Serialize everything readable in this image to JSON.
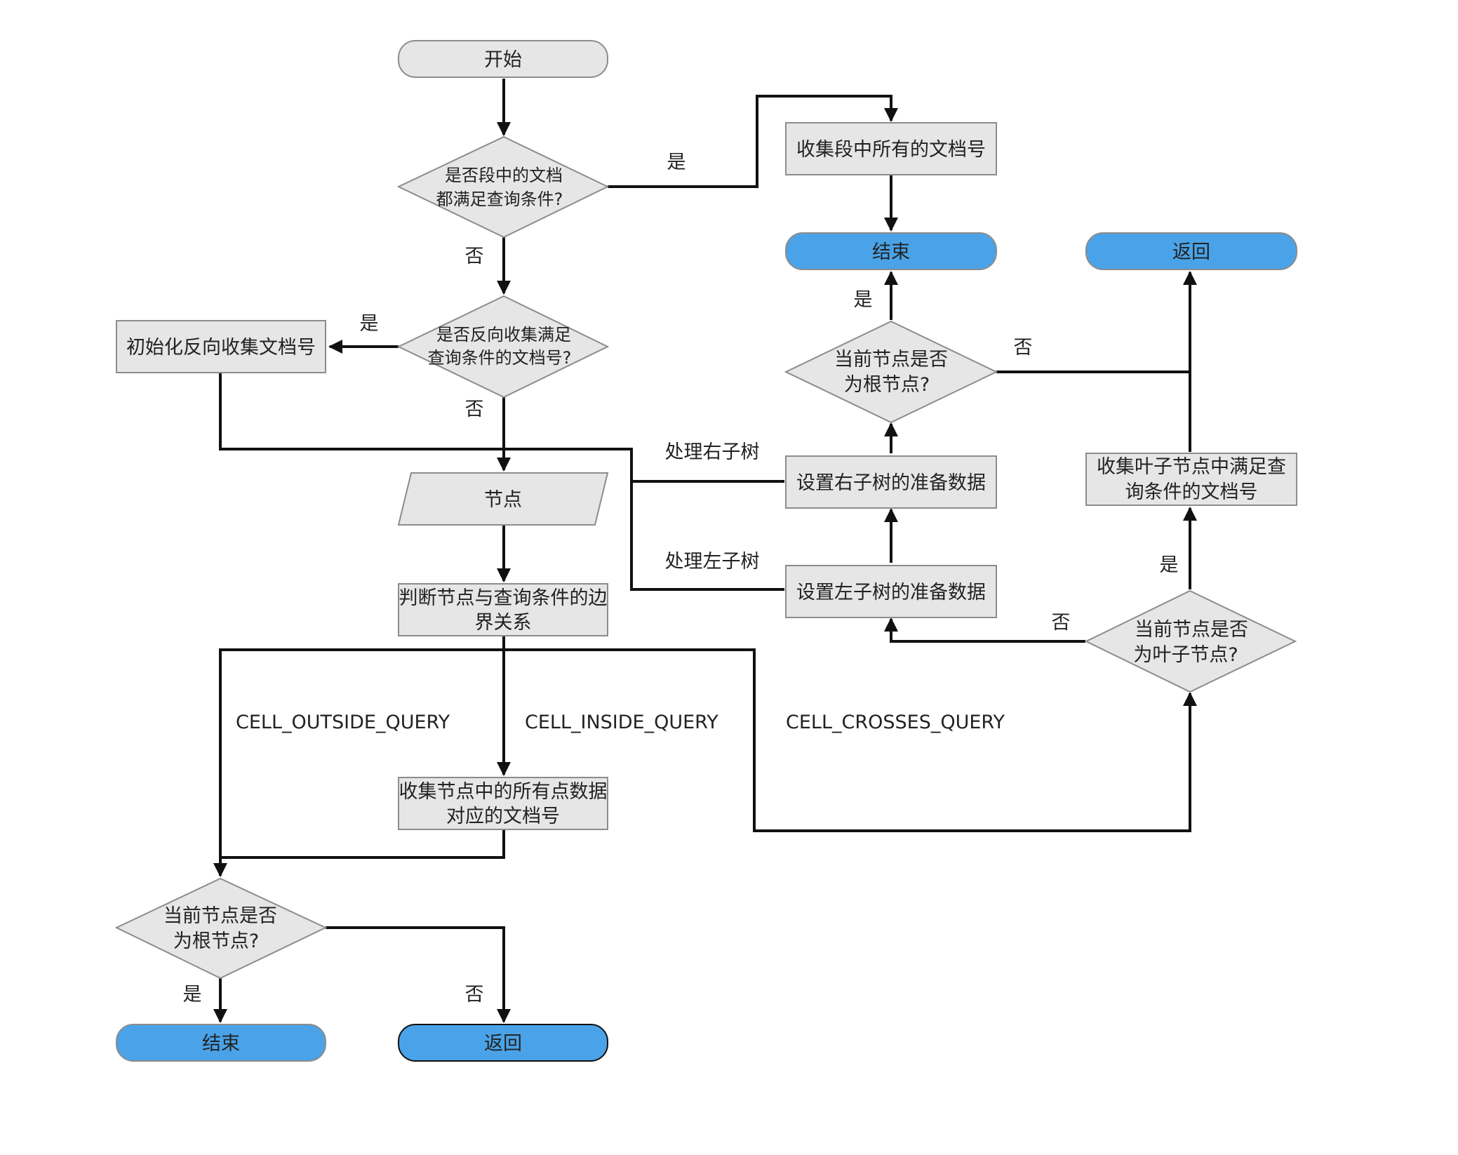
{
  "colors": {
    "node_fill": "#e6e6e6",
    "node_stroke": "#8c8c8c",
    "terminal_blue": "#4aa3e8",
    "line": "#111111"
  },
  "nodes": {
    "start": "开始",
    "q_all_docs": [
      "是否段中的文档",
      "都满足查询条件?"
    ],
    "collect_all": "收集段中所有的文档号",
    "end_top": "结束",
    "return_top": "返回",
    "q_reverse": [
      "是否反向收集满足",
      "查询条件的文档号?"
    ],
    "init_reverse": "初始化反向收集文档号",
    "node_io": "节点",
    "judge": [
      "判断节点与查询条件的边",
      "界关系"
    ],
    "collect_inside": [
      "收集节点中的所有点数据",
      "对应的文档号"
    ],
    "q_root_bottom": [
      "当前节点是否",
      "为根节点?"
    ],
    "end_bottom": "结束",
    "return_bottom": "返回",
    "q_root_top": [
      "当前节点是否",
      "为根节点?"
    ],
    "set_right": "设置右子树的准备数据",
    "set_left": "设置左子树的准备数据",
    "collect_leaf": [
      "收集叶子节点中满足查",
      "询条件的文档号"
    ],
    "q_leaf": [
      "当前节点是否",
      "为叶子节点?"
    ]
  },
  "edge_labels": {
    "yes_collect_all": "是",
    "no_q_all": "否",
    "yes_init_reverse": "是",
    "no_q_reverse": "否",
    "yes_end_top": "是",
    "no_root_top": "否",
    "process_right": "处理右子树",
    "process_left": "处理左子树",
    "no_leaf": "否",
    "yes_leaf": "是",
    "cell_outside": "CELL_OUTSIDE_QUERY",
    "cell_inside": "CELL_INSIDE_QUERY",
    "cell_crosses": "CELL_CROSSES_QUERY",
    "yes_end_bottom": "是",
    "no_return_bottom": "否"
  }
}
